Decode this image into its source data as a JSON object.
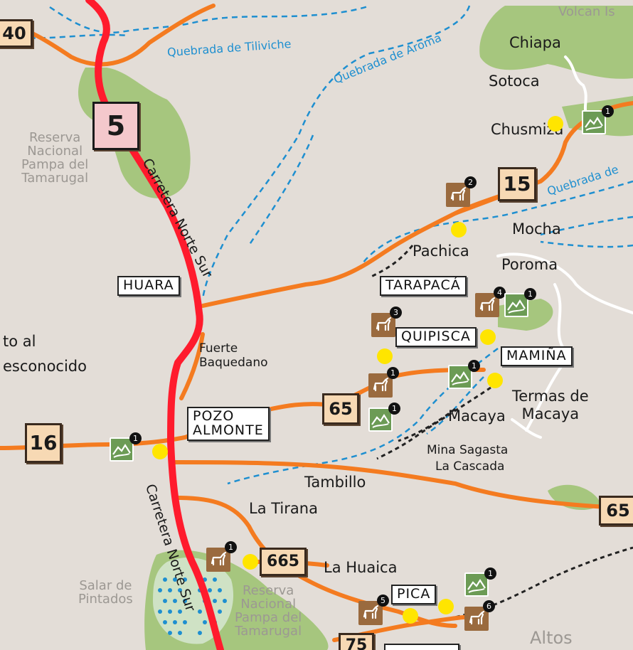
{
  "map": {
    "places": {
      "huara": "HUARA",
      "tarapaca": "TARAPACÁ",
      "quipisca": "QUIPISCA",
      "mamina": "MAMIÑA",
      "pozo_almonte": "POZO\nALMONTE",
      "pica": "PICA",
      "chiapa": "Chiapa",
      "sotoca": "Sotoca",
      "chusmiza": "Chusmiza",
      "mocha": "Mocha",
      "pachica": "Pachica",
      "poroma": "Poroma",
      "fuerte_baquedano": "Fuerte\nBaquedano",
      "termas_macaya": "Termas de\nMacaya",
      "macaya": "Macaya",
      "mina_sagasta": "Mina Sagasta",
      "la_cascada": "La Cascada",
      "tambillo": "Tambillo",
      "la_tirana": "La Tirana",
      "la_huaica": "La Huaica",
      "volcan": "Volcan Is",
      "to_al": "to al",
      "esconocido": "esconocido",
      "altos": "Altos"
    },
    "reserves": {
      "pampa_top": "Reserva\nNacional\nPampa del\nTamarugal",
      "pampa_bottom": "Reserva\nNacional\nPampa del\nTamarugal",
      "salar": "Salar de\nPintados"
    },
    "water": {
      "tiliviche": "Quebrada de Tiliviche",
      "aroma": "Quebrada de Aroma",
      "quebrada_de": "Quebrada de"
    },
    "roads": {
      "norte_sur_1": "Carretera Norte Sur",
      "norte_sur_2": "Carretera Norte Sur"
    },
    "shields": {
      "r5": "5",
      "r15": "15",
      "r16": "16",
      "r40": "40",
      "r65a": "65",
      "r65b": "65",
      "r665": "665",
      "r75": "75"
    },
    "pois": [
      {
        "type": "animal",
        "count": "2"
      },
      {
        "type": "scenic",
        "count": "1"
      },
      {
        "type": "animal",
        "count": "4"
      },
      {
        "type": "scenic",
        "count": "1"
      },
      {
        "type": "animal",
        "count": "3"
      },
      {
        "type": "animal",
        "count": "1"
      },
      {
        "type": "scenic",
        "count": "1"
      },
      {
        "type": "scenic",
        "count": "1"
      },
      {
        "type": "scenic",
        "count": "1"
      },
      {
        "type": "animal",
        "count": "1"
      },
      {
        "type": "scenic",
        "count": "1"
      },
      {
        "type": "animal",
        "count": "5"
      },
      {
        "type": "animal",
        "count": "6"
      }
    ],
    "colors": {
      "background": "#e3ddd7",
      "highway": "#ff1b2d",
      "road": "#f47b20",
      "water": "#1e8fd0",
      "vegetation": "#a6c67e",
      "trail": "#222222",
      "town": "#ffe500"
    }
  }
}
